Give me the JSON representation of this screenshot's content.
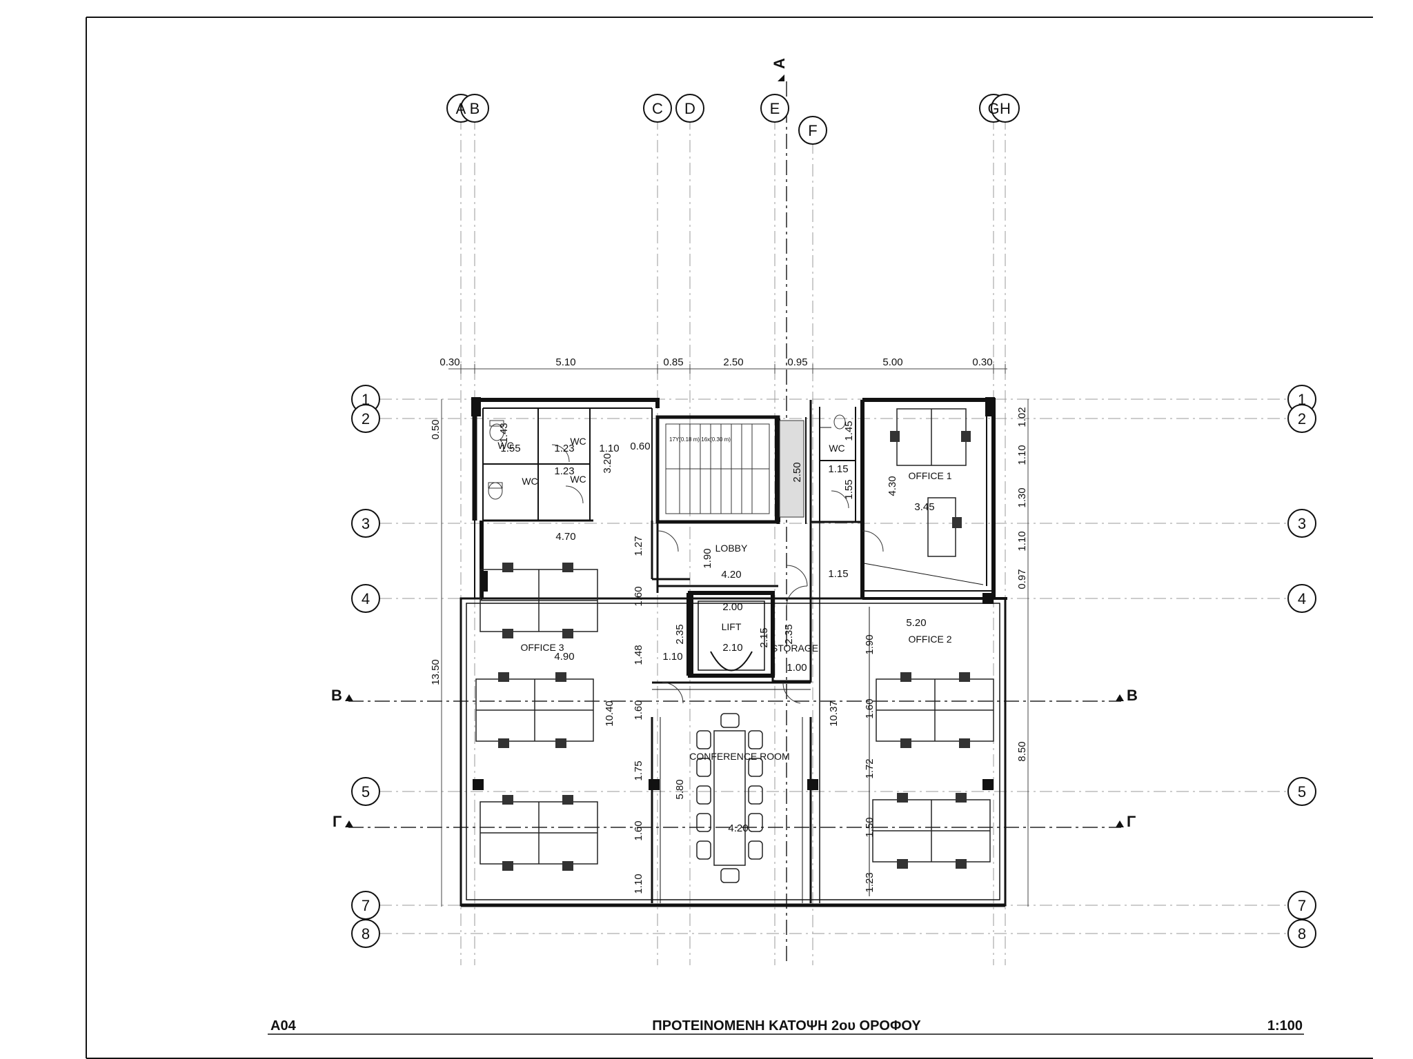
{
  "sheet": {
    "code": "A04",
    "title": "ΠΡΟΤΕΙΝΟΜΕΝΗ ΚΑΤΟΨΗ 2ου ΟΡΟΦΟΥ",
    "scale": "1:100"
  },
  "grid_columns": [
    "A",
    "B",
    "C",
    "D",
    "E",
    "F",
    "G",
    "H"
  ],
  "grid_rows": [
    "1",
    "2",
    "3",
    "4",
    "5",
    "7",
    "8"
  ],
  "sections": {
    "a": "A",
    "b": "B",
    "g": "Γ"
  },
  "rooms": {
    "lobby": "LOBBY",
    "lift": "LIFT",
    "storage": "STORAGE",
    "conference": "CONFERENCE ROOM",
    "office1": "OFFICE 1",
    "office2": "OFFICE 2",
    "office3": "OFFICE 3",
    "wc": "WC"
  },
  "top_dimensions": [
    "0.30",
    "5.10",
    "0.85",
    "2.50",
    "0.95",
    "5.00",
    "0.30"
  ],
  "left_dimensions": [
    "0.50",
    "13.50"
  ],
  "right_dimensions": [
    "1.02",
    "1.10",
    "1.30",
    "1.10",
    "0.97",
    "8.50"
  ],
  "inner_dimensions": {
    "wc_1_43": "1.43",
    "wc_1_55": "1.55",
    "wc_1_23a": "1.23",
    "wc_1_23b": "1.23",
    "wc_1_10": "1.10",
    "wc_0_60": "0.60",
    "wc_3_20": "3.20",
    "stair_2_50": "2.50",
    "wc2_1_45": "1.45",
    "wc2_1_15": "1.15",
    "wc2_1_55": "1.55",
    "off1_4_30": "4.30",
    "off1_3_45": "3.45",
    "off3_4_70": "4.70",
    "lobby_1_27": "1.27",
    "lobby_1_90": "1.90",
    "lobby_4_20": "4.20",
    "lobby_1_15": "1.15",
    "corr_1_60a": "1.60",
    "lift_2_00": "2.00",
    "lift_2_35a": "2.35",
    "lift_2_10": "2.10",
    "lift_2_15": "2.15",
    "lift_2_35b": "2.35",
    "corr_1_48": "1.48",
    "corr_1_10a": "1.10",
    "stor_1_00": "1.00",
    "off3_4_90": "4.90",
    "off2_5_20": "5.20",
    "off2_1_90": "1.90",
    "corr_10_40": "10.40",
    "corr_10_37": "10.37",
    "corr_1_60b": "1.60",
    "off2_1_60": "1.60",
    "corr_1_75": "1.75",
    "conf_5_80": "5.80",
    "off2_1_72": "1.72",
    "corr_1_60c": "1.60",
    "conf_4_20": "4.20",
    "off2_1_50": "1.50",
    "corr_1_10b": "1.10",
    "off2_1_23": "1.23"
  },
  "stair_note": "17Y(0.18 m)\n16x(0.30 m)"
}
